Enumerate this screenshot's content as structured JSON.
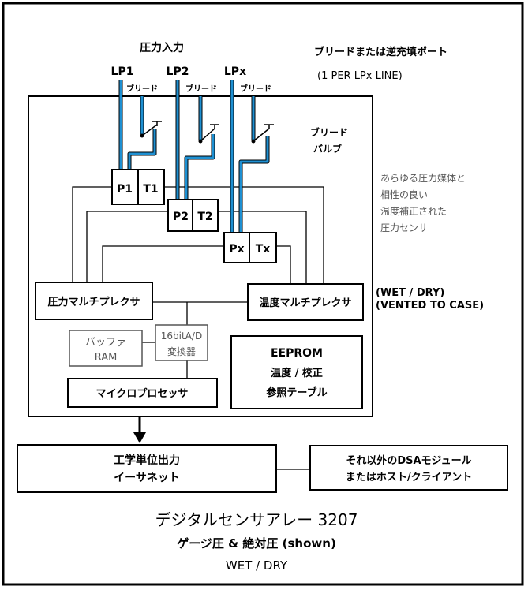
{
  "labels": {
    "pressure_input": "圧力入力",
    "lp1": "LP1",
    "lp2": "LP2",
    "lpx": "LPx",
    "bleed_port_title": "ブリードまたは逆充填ポート",
    "bleed_port_sub": "(1 PER LPx LINE)",
    "bleed": "ブリード",
    "bleed_valve_line1": "ブリード",
    "bleed_valve_line2": "バルブ",
    "sensor_note": [
      "あらゆる圧力媒体と",
      "相性の良い",
      "温度補正された",
      "圧力センサ"
    ],
    "wet_dry_note": [
      "(WET / DRY)",
      "(VENTED TO CASE)"
    ]
  },
  "sensors": {
    "p1": "P1",
    "t1": "T1",
    "p2": "P2",
    "t2": "T2",
    "px": "Px",
    "tx": "Tx"
  },
  "blocks": {
    "pressure_mux": "圧力マルチプレクサ",
    "temp_mux": "温度マルチプレクサ",
    "adc": [
      "16bitA/D",
      "変換器"
    ],
    "buffer_ram": [
      "バッファ",
      "RAM"
    ],
    "eeprom": [
      "EEPROM",
      "温度 / 校正",
      "参照テーブル"
    ],
    "microprocessor": "マイクロプロセッサ",
    "output": [
      "工学単位出力",
      "イーサネット"
    ],
    "other_dsa": [
      "それ以外のDSAモジュール",
      "またはホスト/クライアント"
    ]
  },
  "footer": {
    "title": "デジタルセンサアレー 3207",
    "subtitle": "ゲージ圧 & 絶対圧 (shown)",
    "mode": "WET / DRY"
  },
  "colors": {
    "pipe": "#1e90d2",
    "line": "#000000",
    "muted": "#555555"
  }
}
